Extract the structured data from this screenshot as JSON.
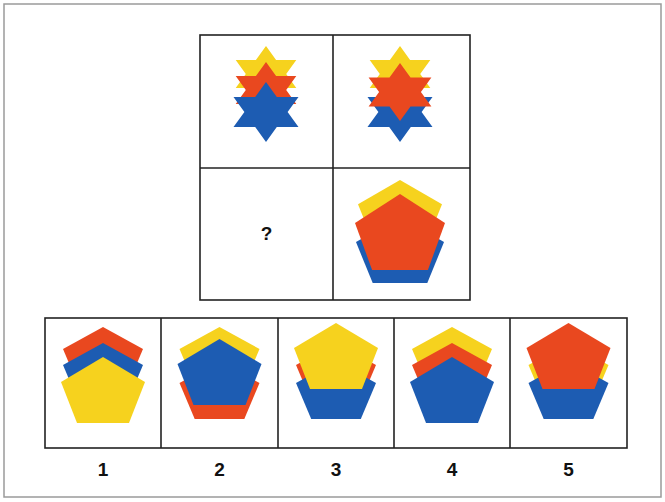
{
  "diagram": {
    "nodes": [
      {
        "text": [
          "?"
        ]
      }
    ],
    "labels": [
      "1",
      "2",
      "3",
      "4",
      "5"
    ]
  }
}
